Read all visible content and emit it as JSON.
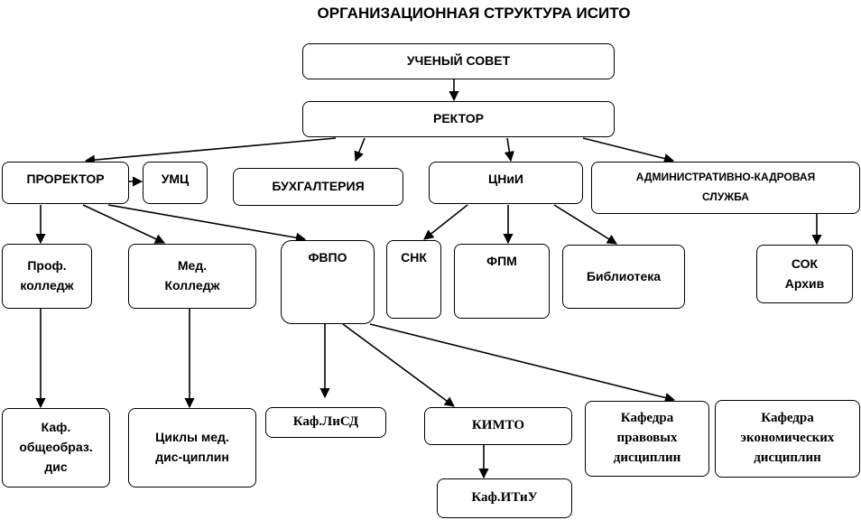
{
  "title": "ОРГАНИЗАЦИОННАЯ СТРУКТУРА ИСИТО",
  "nodes": {
    "council": "УЧЕНЫЙ СОВЕТ",
    "rector": "РЕКТОР",
    "prorector": "ПРОРЕКТОР",
    "umc": "УМЦ",
    "accounting": "БУХГАЛТЕРИЯ",
    "cnii": "ЦНиИ",
    "admin": "АДМИНИСТРАТИВНО-КАДРОВАЯ\nСЛУЖБА",
    "prof_college": "Проф.\nколледж",
    "med_college": "Мед.\nКолледж",
    "fvpo": "ФВПО",
    "snk": "СНК",
    "fpm": "ФПМ",
    "library": "Библиотека",
    "sok": "СОК\nАрхив",
    "kaf_general": "Каф.\nобщеобраз.\nдис",
    "cycles_med": "Циклы мед.\nдис-циплин",
    "kaf_lisd": "Каф.ЛиСД",
    "kimto": "КИМТО",
    "kaf_law": "Кафедра\nправовых\nдисциплин",
    "kaf_econ": "Кафедра\nэкономических\nдисциплин",
    "kaf_itiu": "Каф.ИТиУ"
  }
}
